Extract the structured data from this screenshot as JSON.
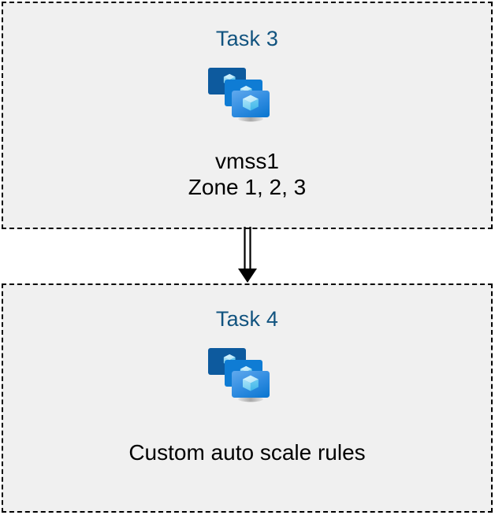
{
  "diagram": {
    "title": "Azure virtual machine scale set task flow",
    "background_color": "#FFFFFF",
    "box_fill_color": "#F0F0F0",
    "box_border_color": "#000000",
    "heading_color": "#11537F",
    "label_color": "#000000",
    "boxes": [
      {
        "id": "task3",
        "heading": "Task 3",
        "icon": "azure-vm-scale-set-icon",
        "labels": [
          "vmss1",
          "Zone 1, 2, 3"
        ]
      },
      {
        "id": "task4",
        "heading": "Task 4",
        "icon": "azure-vm-scale-set-icon",
        "labels": [
          "Custom auto scale rules"
        ]
      }
    ],
    "connector": {
      "name": "double-line-down-arrow",
      "from": "task3",
      "to": "task4",
      "style": "double-line",
      "color": "#000000",
      "direction": "down"
    },
    "icon_colors": {
      "monitor_back": "#0D5A9E",
      "monitor_middle": "#0F7CD4",
      "monitor_front_light": "#52A0EA",
      "monitor_front_dark": "#0F7BD4",
      "cube_light": "#C8EEFB",
      "cube_mid": "#8FDCF7",
      "cube_dark": "#4FC3EE",
      "stand": "#A8A8A8"
    }
  }
}
